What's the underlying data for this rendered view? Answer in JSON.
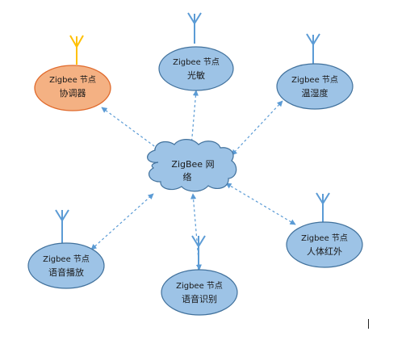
{
  "network": {
    "line1": "ZigBee 网",
    "line2": "络"
  },
  "nodes": {
    "coordinator": {
      "line1": "Zigbee 节点",
      "line2": "协调器"
    },
    "light": {
      "line1": "Zigbee 节点",
      "line2": "光敏"
    },
    "temp_humidity": {
      "line1": "Zigbee 节点",
      "line2": "温湿度"
    },
    "voice": {
      "line1": "Zigbee 节点",
      "line2": "语音播放"
    },
    "recognition": {
      "line1": "Zigbee 节点",
      "line2": "语音识别"
    },
    "infrared": {
      "line1": "Zigbee 节点",
      "line2": "人体红外"
    }
  },
  "colors": {
    "node_fill": "#9dc3e6",
    "node_stroke": "#41719c",
    "coordinator_fill": "#f4b183",
    "coordinator_stroke": "#e06a2c",
    "antenna_blue": "#5b9bd5",
    "antenna_yellow": "#ffc000",
    "link": "#5b9bd5"
  }
}
